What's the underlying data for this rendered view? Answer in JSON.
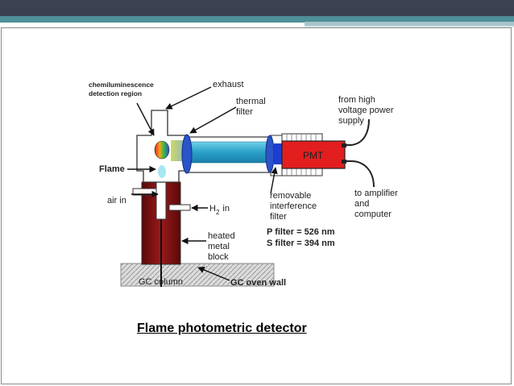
{
  "theme": {
    "header_dark": "#3b4150",
    "header_teal": "#4e8f98",
    "header_light": "#a8c5ca",
    "block_red": "#7a1212",
    "pmt_red": "#e31e1e",
    "beam_blue": "#2aa0c8",
    "lens_blue": "#2a55c8"
  },
  "diagram": {
    "labels": {
      "chemiluminescence": "chemiluminescence",
      "detection_region": "detection region",
      "exhaust": "exhaust",
      "thermal_1": "thermal",
      "thermal_2": "filter",
      "from_high_1": "from high",
      "from_high_2": "voltage power",
      "from_high_3": "supply",
      "pmt": "PMT",
      "flame": "Flame",
      "air_in": "air in",
      "h2_h": "H",
      "h2_sub": "2",
      "h2_in": "in",
      "removable_1": "removable",
      "removable_2": "interference",
      "removable_3": "filter",
      "amplifier_1": "to amplifier",
      "amplifier_2": "and",
      "amplifier_3": "computer",
      "p_filter": "P filter = 526 nm",
      "s_filter": "S filter = 394 nm",
      "heated_1": "heated",
      "heated_2": "metal",
      "heated_3": "block",
      "gc_column": "GC column",
      "gc_oven_wall": "GC oven wall"
    }
  },
  "caption": "Flame photometric detector",
  "icons": [
    "flame-icon",
    "lens-icon",
    "pmt-icon",
    "cable-icon"
  ]
}
